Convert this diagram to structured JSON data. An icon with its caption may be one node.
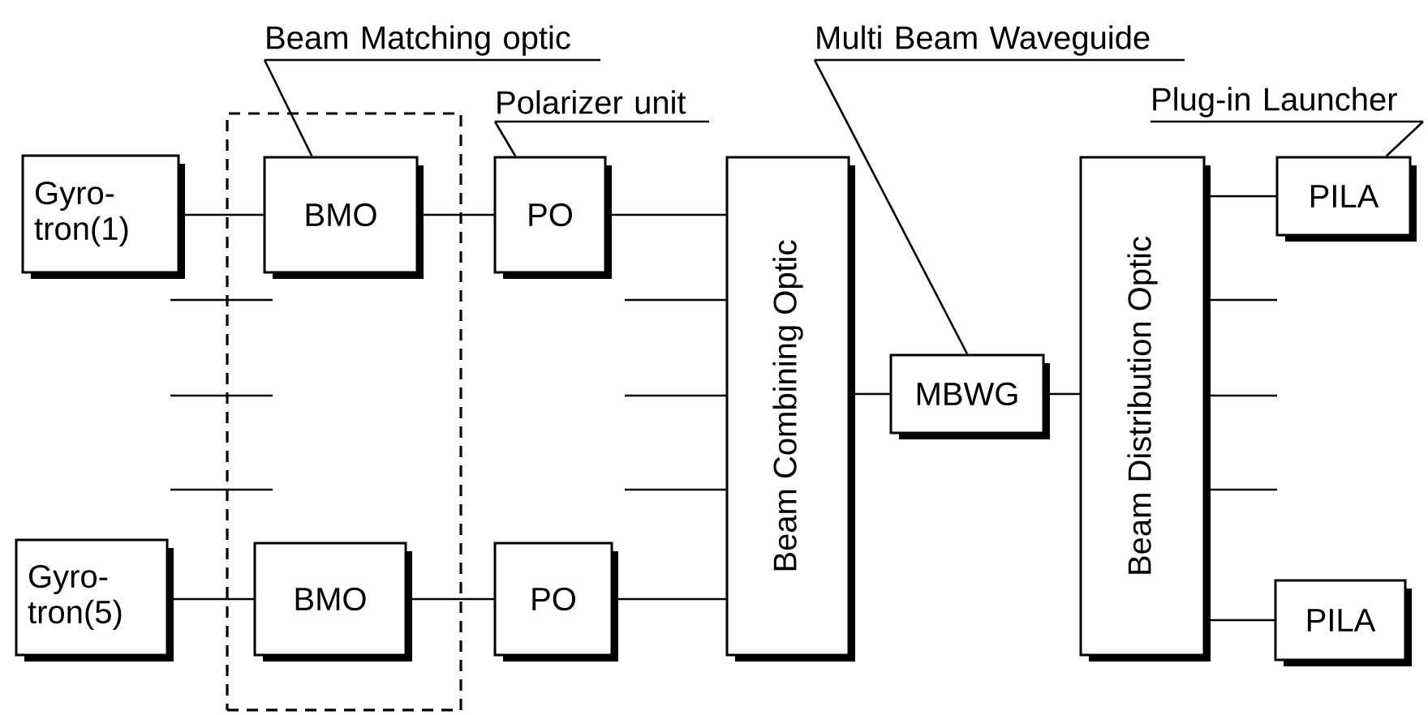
{
  "diagram": {
    "nodes": [
      {
        "text": [
          "Beam Matching optic"
        ]
      },
      {
        "text": [
          "Polarizer unit"
        ]
      },
      {
        "text": [
          "Multi Beam Waveguide"
        ]
      },
      {
        "text": [
          "Plug-in Launcher"
        ]
      },
      {
        "text": [
          "Gyro- tron(1)"
        ]
      },
      {
        "text": [],
        "shape": "box"
      },
      {
        "text": [
          "BMO"
        ],
        "in": 5
      },
      {
        "text": [
          "PO"
        ]
      },
      {
        "text": [
          "Beam Combining Optic"
        ]
      },
      {
        "text": [
          "MBWG"
        ]
      },
      {
        "text": [
          "Beam Distribution Optic"
        ]
      },
      {
        "text": [
          "PILA"
        ]
      },
      {
        "text": [
          "Gyro- tron(5)"
        ]
      },
      {
        "text": [
          "BMO"
        ],
        "in": 5
      },
      {
        "text": [
          "PO"
        ]
      },
      {
        "text": [
          "PILA"
        ]
      }
    ],
    "edges": [
      {
        "from": 4,
        "to": 6,
        "arrow": "none"
      },
      {
        "from": 6,
        "to": 7,
        "arrow": "none"
      },
      {
        "from": 7,
        "to": 8,
        "arrow": "none"
      },
      {
        "from": 12,
        "to": 13,
        "arrow": "none"
      },
      {
        "from": 13,
        "to": 14,
        "arrow": "none"
      },
      {
        "from": 14,
        "to": 8,
        "arrow": "none"
      },
      {
        "from": 8,
        "to": 9,
        "arrow": "none"
      },
      {
        "from": 9,
        "to": 10,
        "arrow": "none"
      },
      {
        "from": 10,
        "to": 11,
        "arrow": "none"
      },
      {
        "from": 10,
        "to": 15,
        "arrow": "none"
      },
      {
        "from": null,
        "to": 8,
        "arrow": "none"
      },
      {
        "from": null,
        "to": 8,
        "arrow": "none"
      },
      {
        "from": null,
        "to": 8,
        "arrow": "none"
      },
      {
        "from": 10,
        "to": null,
        "arrow": "none"
      },
      {
        "from": 10,
        "to": null,
        "arrow": "none"
      },
      {
        "from": 10,
        "to": null,
        "arrow": "none"
      },
      {
        "from": 0,
        "to": 6,
        "arrow": "none"
      },
      {
        "from": 1,
        "to": 7,
        "arrow": "none"
      },
      {
        "from": 2,
        "to": 9,
        "arrow": "none"
      },
      {
        "from": 3,
        "to": 11,
        "arrow": "none"
      }
    ]
  }
}
